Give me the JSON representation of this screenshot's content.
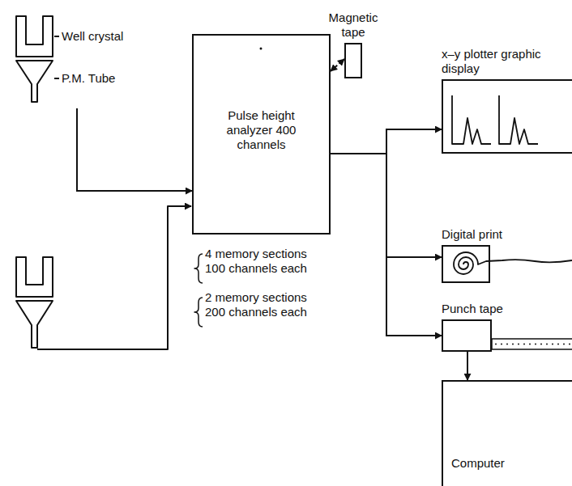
{
  "diagram": {
    "nodes": [
      {
        "text": [
          "P.M. Tube"
        ]
      },
      {
        "text": [
          "Pulse height analyzer 400 channels"
        ]
      },
      {
        "text": [
          "Magnetic tape"
        ]
      },
      {
        "text": [
          "x–y plotter graphic display"
        ]
      },
      {
        "text": [
          "Digital print"
        ]
      },
      {
        "text": [
          "Punch tape"
        ]
      },
      {
        "text": [
          "Computer"
        ]
      }
    ],
    "edges": [
      {
        "from": 0,
        "to": 1,
        "arrow": "to"
      },
      {
        "from": 1,
        "to": 2,
        "arrow": "both"
      },
      {
        "from": 1,
        "to": 3,
        "arrow": "to"
      },
      {
        "from": 1,
        "to": 4,
        "arrow": "to"
      },
      {
        "from": 1,
        "to": 5,
        "arrow": "to"
      },
      {
        "from": 5,
        "to": 6,
        "arrow": "to"
      }
    ],
    "labels": [
      "Well crystal",
      "4 memory sections",
      "100 channels each",
      "2 memory sections",
      "200 channels each"
    ]
  }
}
